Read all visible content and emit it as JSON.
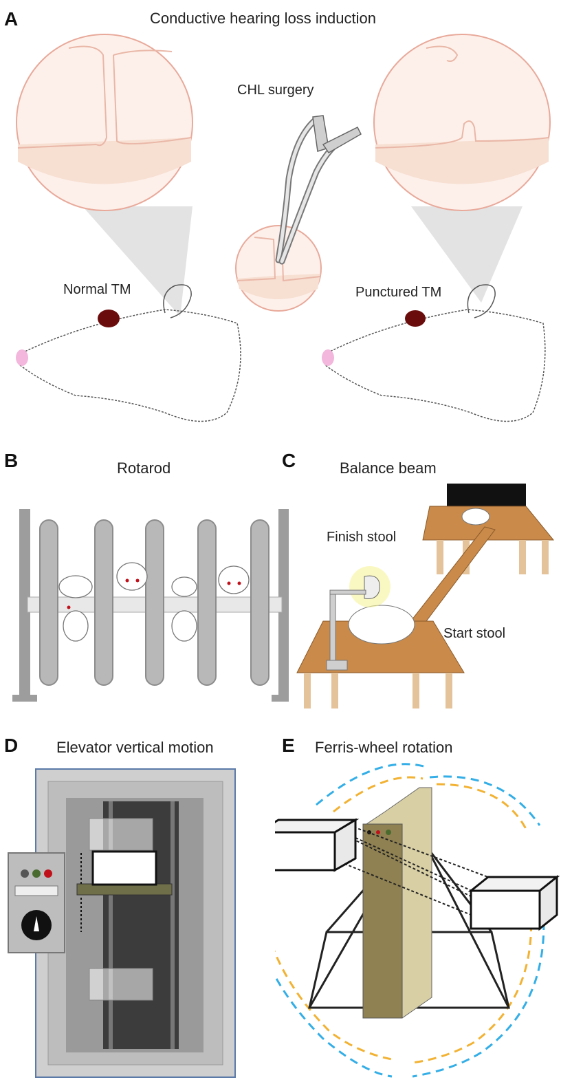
{
  "figure": {
    "panel_a": {
      "letter": "A",
      "title": "Conductive hearing loss induction",
      "surgery_label": "CHL surgery",
      "left_label": "Normal TM",
      "right_label": "Punctured TM"
    },
    "panel_b": {
      "letter": "B",
      "title": "Rotarod"
    },
    "panel_c": {
      "letter": "C",
      "title": "Balance beam",
      "finish_label": "Finish stool",
      "start_label": "Start stool"
    },
    "panel_d": {
      "letter": "D",
      "title": "Elevator vertical motion"
    },
    "panel_e": {
      "letter": "E",
      "title": "Ferris-wheel rotation"
    },
    "colors": {
      "tm_fill": "#f9e3d8",
      "tm_ring": "#e8a99a",
      "eye": "#6b0c0c",
      "nose": "#f3b6dc",
      "wood": "#c98a4a",
      "steel": "#b9b9b9",
      "arrow_blue": "#33aee6",
      "arrow_orange": "#f2b233",
      "olive": "#8f8152",
      "beige": "#d8cfa4"
    }
  }
}
